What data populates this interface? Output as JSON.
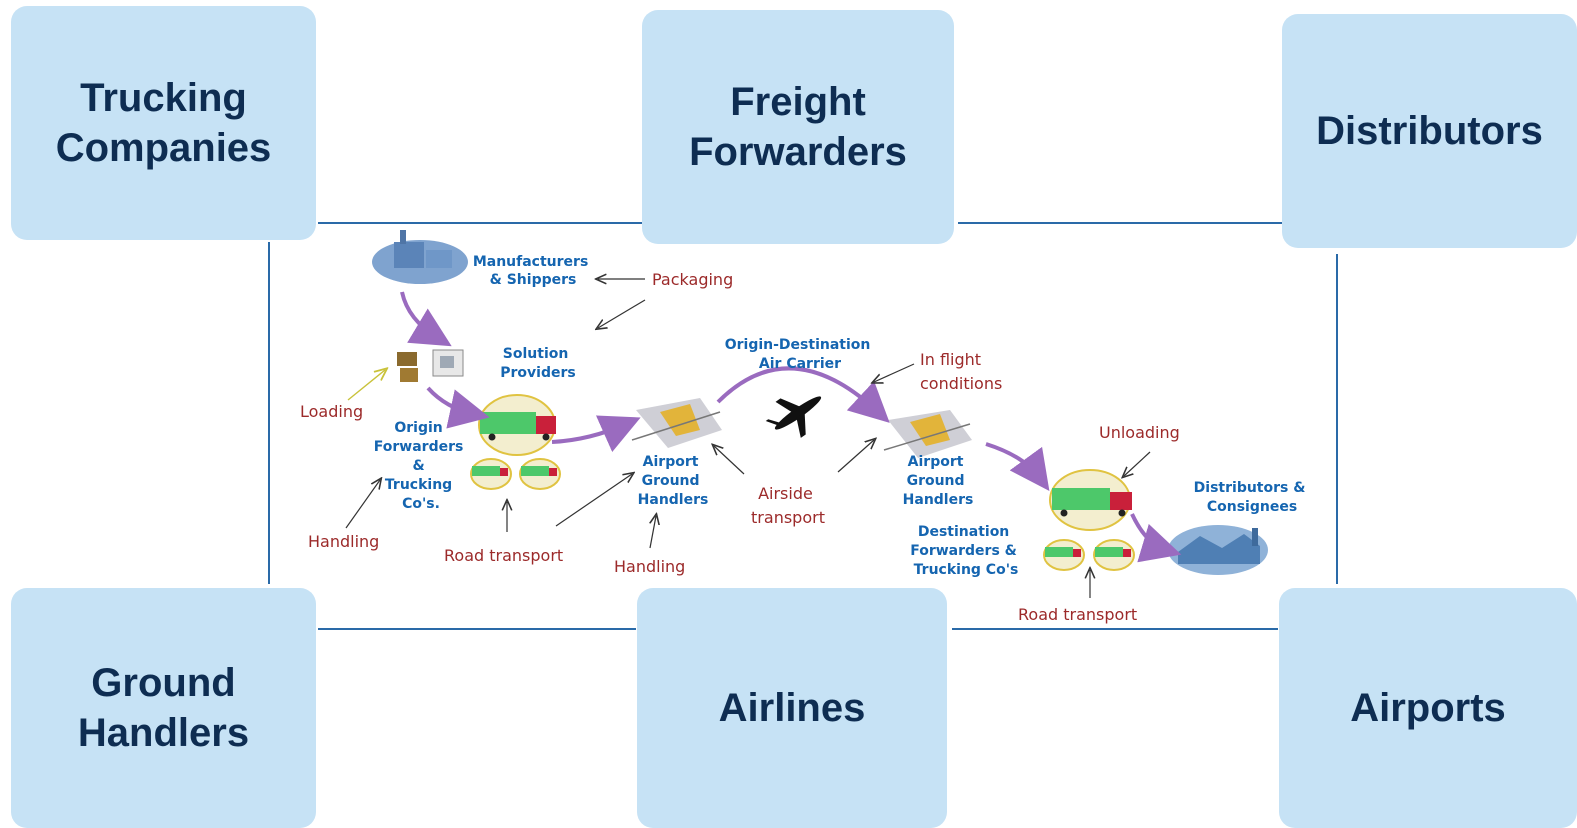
{
  "stakeholders": {
    "trucking": "Trucking\nCompanies",
    "freight": "Freight\nForwarders",
    "distributors": "Distributors",
    "ground": "Ground\nHandlers",
    "airlines": "Airlines",
    "airports": "Airports"
  },
  "diagram": {
    "manufacturers": [
      "Manufacturers",
      "& Shippers"
    ],
    "solution": [
      "Solution",
      "Providers"
    ],
    "origin_forwarders": [
      "Origin",
      "Forwarders",
      "&",
      "Trucking",
      "Co's."
    ],
    "airport_gh_left": [
      "Airport",
      "Ground",
      "Handlers"
    ],
    "od_carrier": [
      "Origin-Destination",
      "Air Carrier"
    ],
    "airport_gh_right": [
      "Airport",
      "Ground",
      "Handlers"
    ],
    "dest_forwarders": [
      "Destination",
      "Forwarders &",
      "Trucking Co's"
    ],
    "distributors_consignees": [
      "Distributors &",
      "Consignees"
    ],
    "packaging": "Packaging",
    "loading": "Loading",
    "handling_left": "Handling",
    "road_transport_left": "Road transport",
    "handling_mid": "Handling",
    "airside": [
      "Airside",
      "transport"
    ],
    "inflight": [
      "In flight",
      "conditions"
    ],
    "unloading": "Unloading",
    "road_transport_right": "Road transport"
  },
  "colors": {
    "box_fill": "#c6e2f5",
    "box_text": "#0e2d52",
    "connector": "#2a6aa8",
    "flow_arrow": "#9a6bbf",
    "label_blue": "#1565b0",
    "label_red": "#9c2a2a"
  }
}
